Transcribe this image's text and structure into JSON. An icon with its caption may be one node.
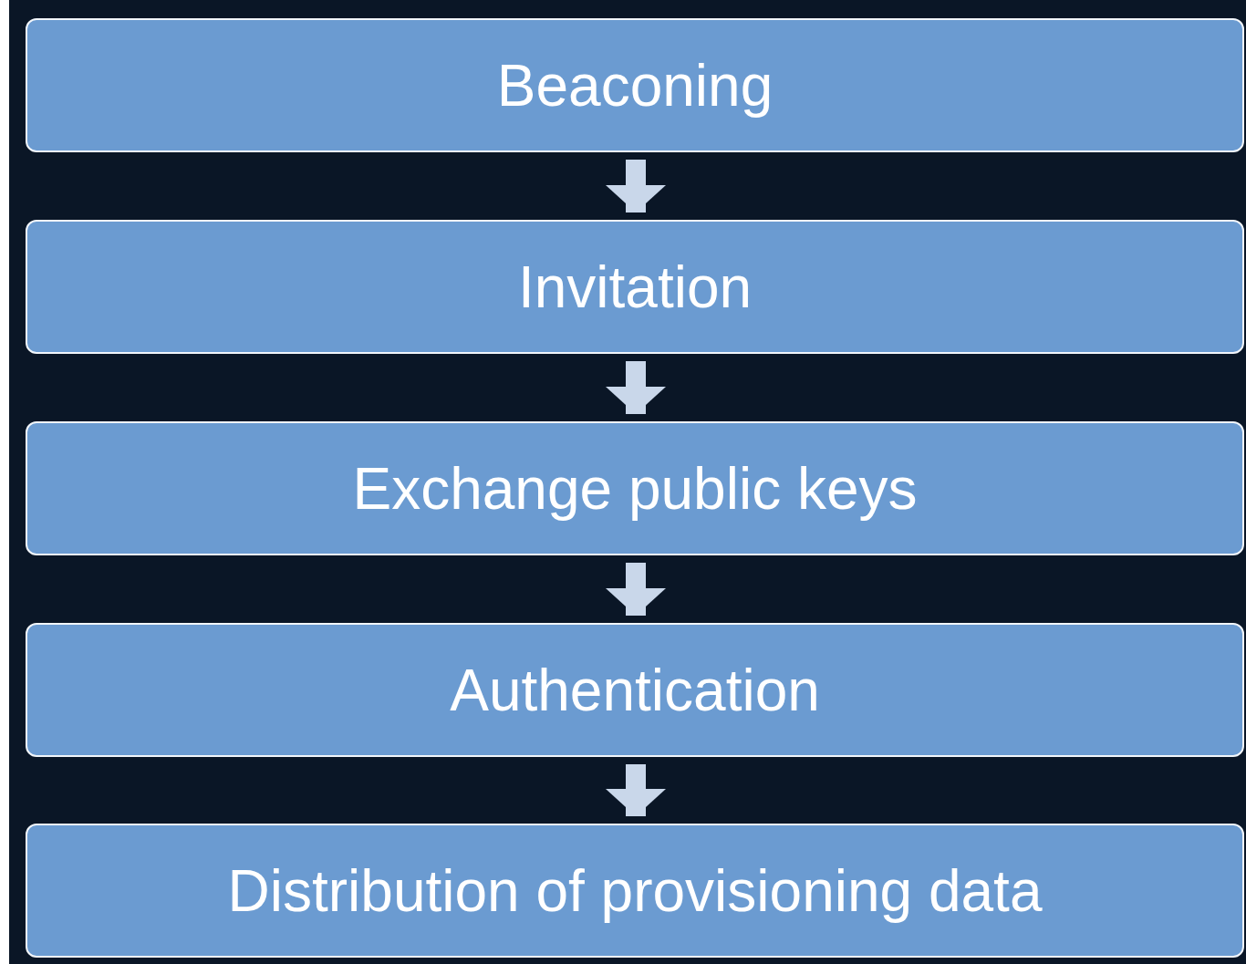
{
  "diagram": {
    "nodes": [
      {
        "text": [
          "Beaconing"
        ]
      },
      {
        "text": [
          "Invitation"
        ]
      },
      {
        "text": [
          "Exchange public keys"
        ]
      },
      {
        "text": [
          "Authentication"
        ]
      },
      {
        "text": [
          "Distribution of provisioning data"
        ]
      }
    ],
    "edges": [
      {
        "from": 0,
        "to": 1,
        "arrow": "to"
      },
      {
        "from": 1,
        "to": 2,
        "arrow": "to"
      },
      {
        "from": 2,
        "to": 3,
        "arrow": "to"
      },
      {
        "from": 3,
        "to": 4,
        "arrow": "to"
      }
    ]
  }
}
